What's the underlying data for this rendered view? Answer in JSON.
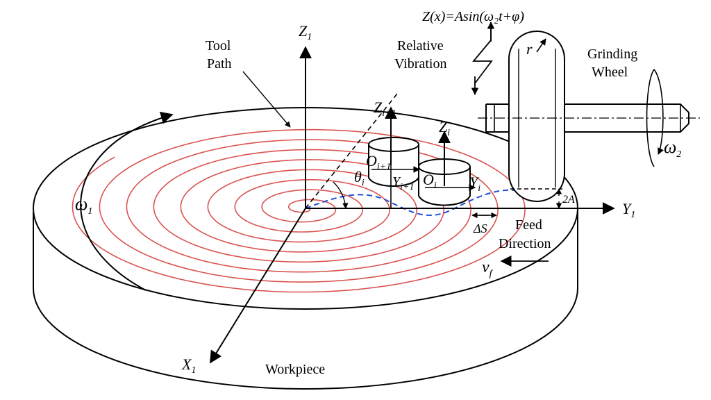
{
  "labels": {
    "equation": "Z(x)=Asin(ω₂t+φ)",
    "relative_vibration_line1": "Relative",
    "relative_vibration_line2": "Vibration",
    "grinding_wheel_line1": "Grinding",
    "grinding_wheel_line2": "Wheel",
    "tool_path_line1": "Tool",
    "tool_path_line2": "Path",
    "workpiece": "Workpiece",
    "feed_direction_line1": "Feed",
    "feed_direction_line2": "Direction",
    "z1_main": "Z",
    "z1_sub": "1",
    "y1_main": "Y",
    "y1_sub": "1",
    "x1_main": "X",
    "x1_sub": "1",
    "zi1_main": "Z",
    "zi1_sub": "i+1",
    "zi_main": "Z",
    "zi_sub": "i",
    "oi1_main": "O",
    "oi1_sub": "i+1",
    "oi_main": "O",
    "oi_sub": "i",
    "yi1_main": "Y",
    "yi1_sub": "i+1",
    "yi_main": "Y",
    "yi_sub": "i",
    "theta_main": "θ",
    "theta_sub": "i",
    "omega1_main": "ω",
    "omega1_sub": "1",
    "omega2_main": "ω",
    "omega2_sub": "2",
    "r": "r",
    "two_a": "2A",
    "delta_s": "ΔS",
    "vf_main": "v",
    "vf_sub": "f"
  },
  "colors": {
    "tool_path": "#d9534f",
    "vibration_curve": "#1f4fd8",
    "line": "#000000"
  },
  "icons": [
    "grinding-wheel-icon",
    "tool-head-icon",
    "axis-arrow-icon"
  ]
}
